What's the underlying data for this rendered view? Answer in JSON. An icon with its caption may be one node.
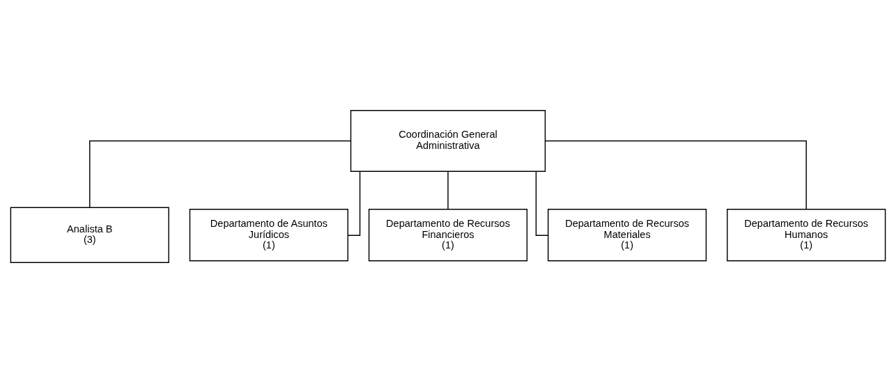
{
  "diagram": {
    "nodes": [
      {
        "text": [
          "Coordinación General Administrativa"
        ]
      },
      {
        "text": [
          "Analista B",
          "(3)"
        ]
      },
      {
        "text": [
          "Departamento de Asuntos Jurídicos",
          "(1)"
        ]
      },
      {
        "text": [
          "Departamento de Recursos Financieros",
          "(1)"
        ]
      },
      {
        "text": [
          "Departamento de Recursos Materiales",
          "(1)"
        ]
      },
      {
        "text": [
          "Departamento de Recursos Humanos",
          "(1)"
        ]
      }
    ],
    "edges": [
      {
        "from": 0,
        "to": 1,
        "arrow": "none"
      },
      {
        "from": 0,
        "to": 2,
        "arrow": "none"
      },
      {
        "from": 0,
        "to": 3,
        "arrow": "none"
      },
      {
        "from": 0,
        "to": 4,
        "arrow": "none"
      },
      {
        "from": 0,
        "to": 5,
        "arrow": "none"
      }
    ]
  }
}
